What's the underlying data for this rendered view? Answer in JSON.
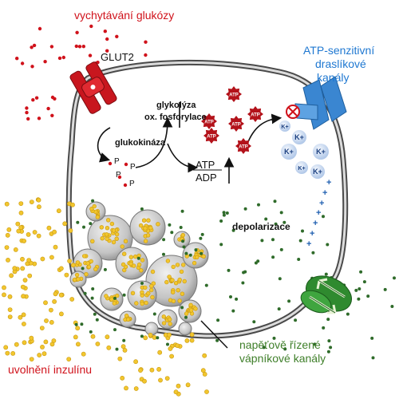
{
  "labels": {
    "glucose_uptake": "vychytávání glukózy",
    "glut2": "GLUT2",
    "glycolysis": "glykolýza",
    "ox_phos": "ox. fosforylace",
    "glucokinase": "glukokináza",
    "atp": "ATP",
    "adp": "ADP",
    "k_channel_line1": "ATP-senzitivní",
    "k_channel_line2": "draslíkové",
    "k_channel_line3": "kanály",
    "depolarization": "depolarizace",
    "ca_channel_line1": "napěťově řízené",
    "ca_channel_line2": "vápníkové kanály",
    "insulin_release": "uvolnění inzulínu",
    "phosphate": "P",
    "potassium": "K+",
    "atp_small": "ATP",
    "plus": "+"
  },
  "colors": {
    "membrane": "#4a4a4a",
    "membrane_fill": "#c9c9c9",
    "glucose_dot": "#d0121b",
    "transporter": "#c8161e",
    "atp_star": "#b3121a",
    "k_ion": "#c4d6ee",
    "k_channel": "#3a86d1",
    "ca_channel": "#2f8a2f",
    "insulin_dot": "#f2c62e",
    "green_dot": "#2f6b2a",
    "granule": "#c7c7c7",
    "title_red": "#d0121b",
    "blue_text": "#1f78d1",
    "green_text": "#3f7f2a"
  }
}
